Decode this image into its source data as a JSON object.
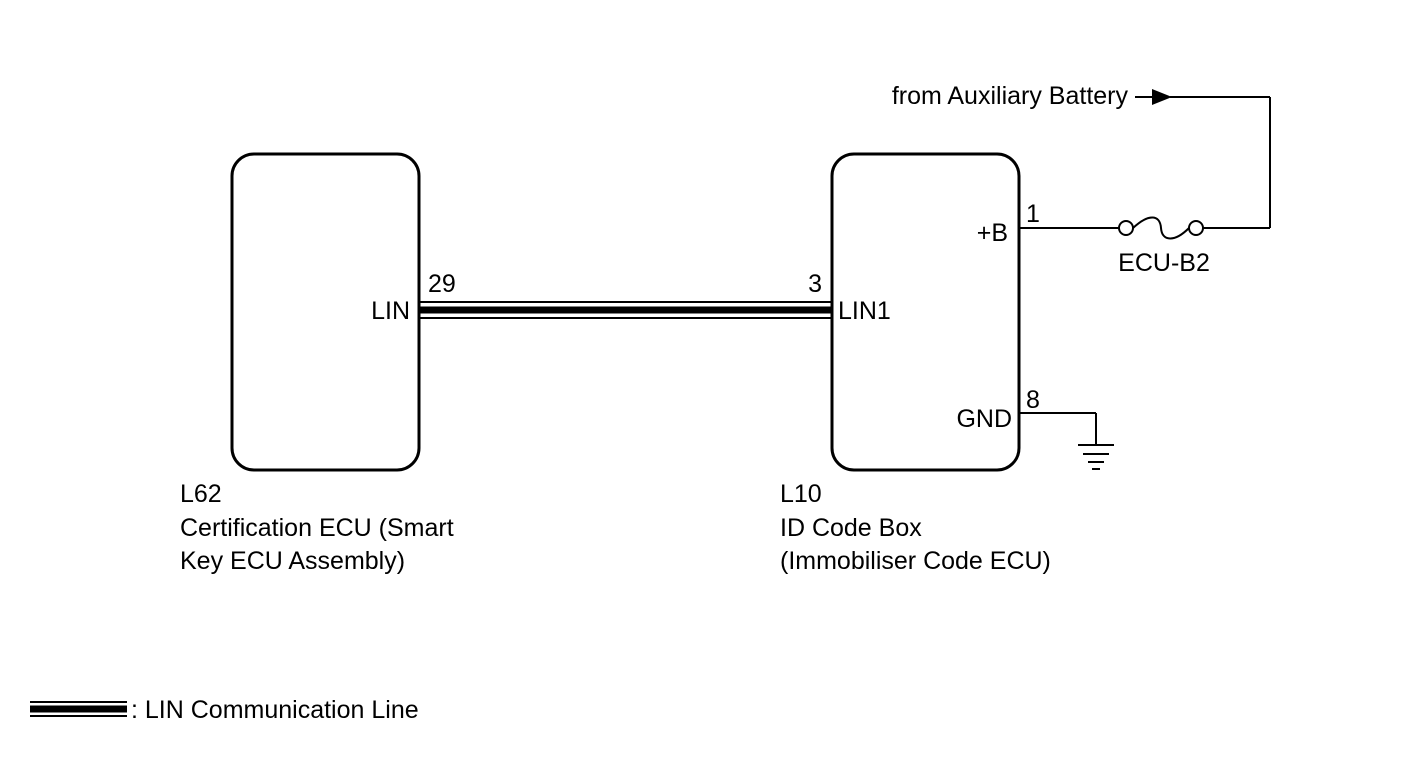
{
  "components": {
    "left": {
      "code": "L62",
      "name_line1": "Certification ECU (Smart",
      "name_line2": "Key ECU Assembly)",
      "terminal": {
        "pin": "29",
        "label": "LIN"
      }
    },
    "right": {
      "code": "L10",
      "name_line1": "ID Code Box",
      "name_line2": "(Immobiliser Code ECU)",
      "terminals": {
        "b": {
          "pin": "1",
          "label": "+B"
        },
        "lin1": {
          "pin": "3",
          "label": "LIN1"
        },
        "gnd": {
          "pin": "8",
          "label": "GND"
        }
      }
    }
  },
  "power_source": {
    "label": "from Auxiliary Battery"
  },
  "fuse": {
    "label": "ECU-B2"
  },
  "legend": {
    "label": ": LIN Communication Line"
  }
}
